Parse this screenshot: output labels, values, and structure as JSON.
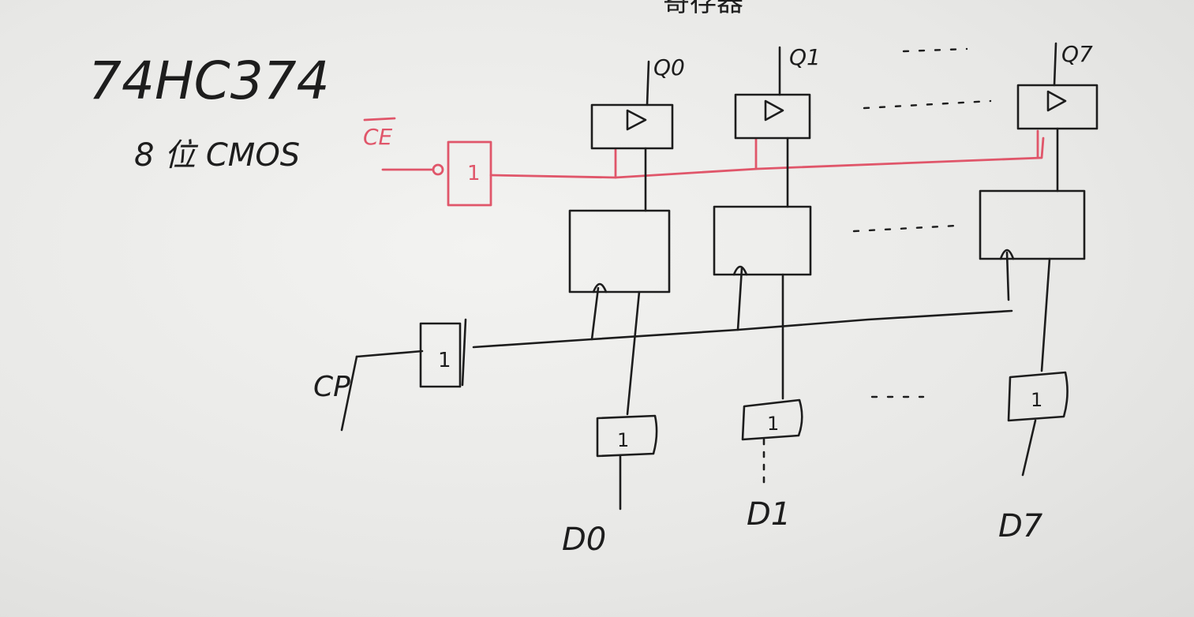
{
  "diagram": {
    "title_part": "74HC374",
    "subtitle": "8 位 CMOS",
    "enable_label": "CE",
    "clock_label": "CP",
    "buffer_symbol": "1",
    "output_buffer_symbol": "▷",
    "outputs": [
      "Q0",
      "Q1",
      "Q7"
    ],
    "inputs": [
      "D0",
      "D1",
      "D7"
    ],
    "top_cut_text": "寄存器",
    "colors": {
      "ink": "#1d1d1d",
      "enable_line": "#e0566a",
      "board": "#ececea"
    }
  }
}
